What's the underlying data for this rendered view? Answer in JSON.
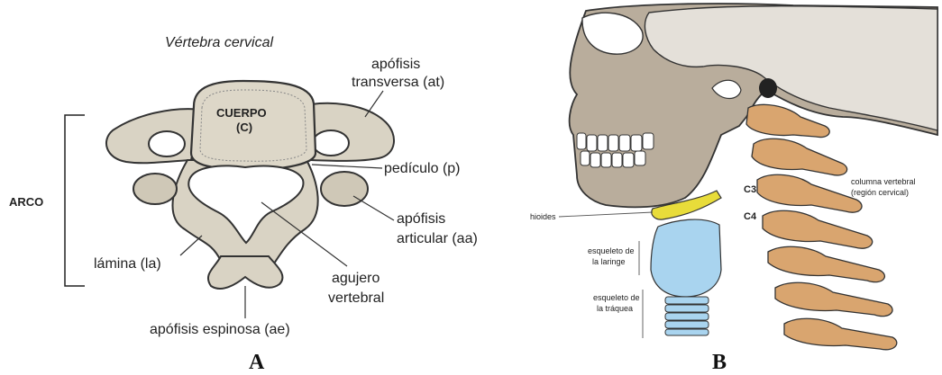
{
  "panel_a": {
    "title": "Vértebra cervical",
    "letter": "A",
    "labels": {
      "cuerpo_line1": "CUERPO",
      "cuerpo_line2": "(C)",
      "arco": "ARCO",
      "transversa_line1": "apófisis",
      "transversa_line2": "transversa (at)",
      "pediculo": "pedículo (p)",
      "articular_line1": "apófisis",
      "articular_line2": "articular (aa)",
      "lamina": "lámina (la)",
      "agujero_line1": "agujero",
      "agujero_line2": "vertebral",
      "espinosa": "apófisis espinosa (ae)"
    }
  },
  "panel_b": {
    "letter": "B",
    "labels": {
      "hioides": "hioides",
      "laringe_line1": "esqueleto de",
      "laringe_line2": "la laringe",
      "traquea_line1": "esqueleto de",
      "traquea_line2": "la tráquea",
      "c3": "C3",
      "c4": "C4",
      "columna_line1": "columna vertebral",
      "columna_line2": "(región cervical)"
    }
  },
  "colors": {
    "bone": "#d9d3c4",
    "skull": "#b9ad9c",
    "vertebra_b": "#d9a56f",
    "hyoid": "#e8dc3a",
    "larynx": "#a9d4ef"
  }
}
